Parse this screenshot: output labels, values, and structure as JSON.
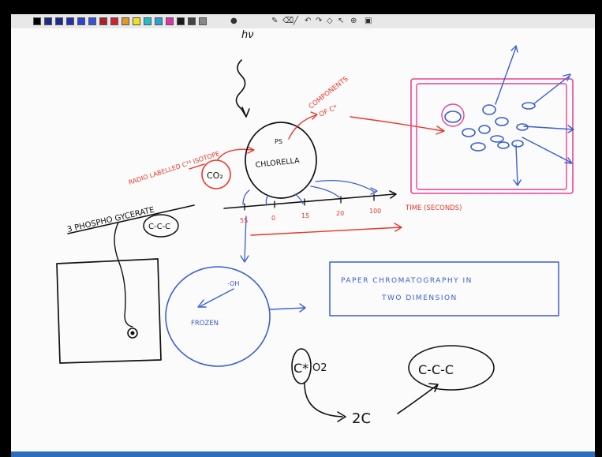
{
  "toolbar": {
    "swatches": [
      "#000000",
      "#1f2a8a",
      "#1f2a8a",
      "#2233aa",
      "#2a44cc",
      "#3355dd",
      "#aa2222",
      "#cc2233",
      "#dd9922",
      "#f2e01c",
      "#22bbcc",
      "#2c9fd8",
      "#dd33aa",
      "#1a1a1a",
      "#444444",
      "#888888"
    ],
    "tools": [
      "pen-tool",
      "eraser-tool",
      "line-tool",
      "undo-tool",
      "redo-tool",
      "pointer-tool",
      "zoom-tool"
    ]
  },
  "notes": {
    "hv": "hν",
    "radio_label": "RADIO LABELLED C¹⁴ ISOTOPE",
    "components_line1": "COMPONENTS",
    "components_line2": "OF C*",
    "co2": "CO₂",
    "ps": "PS",
    "chlorella": "CHLORELLA",
    "time_ticks": [
      "5S",
      "0",
      "15",
      "20",
      "100"
    ],
    "time_label": "TIME (SECONDS)",
    "pga": "3 PHOSPHO GYCERATE",
    "ccc": "C-C-C",
    "oh": "-OH",
    "frozen": "FROZEN",
    "paper_line1": "PAPER CHROMATOGRAPHY IN",
    "paper_line2": "TWO DIMENSION",
    "c_star": "C*",
    "o2": "O2",
    "two_c": "2C",
    "c_e_c": "C-C-C"
  },
  "colors": {
    "red": "#e8372a",
    "blue": "#3a5fcd",
    "black": "#111111",
    "pink": "#e84393",
    "status": "#2c6fb8"
  }
}
